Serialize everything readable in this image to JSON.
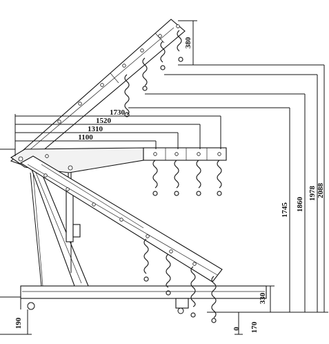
{
  "horizontal_dimensions": [
    "1730",
    "1520",
    "1310",
    "1100"
  ],
  "vertical_dimensions": [
    "380",
    "1745",
    "1860",
    "1978",
    "2088",
    "330",
    "190",
    "0",
    "170"
  ],
  "colors": {
    "line": "#111111",
    "boom_fill": "#f2f2f2",
    "background": "#ffffff"
  }
}
